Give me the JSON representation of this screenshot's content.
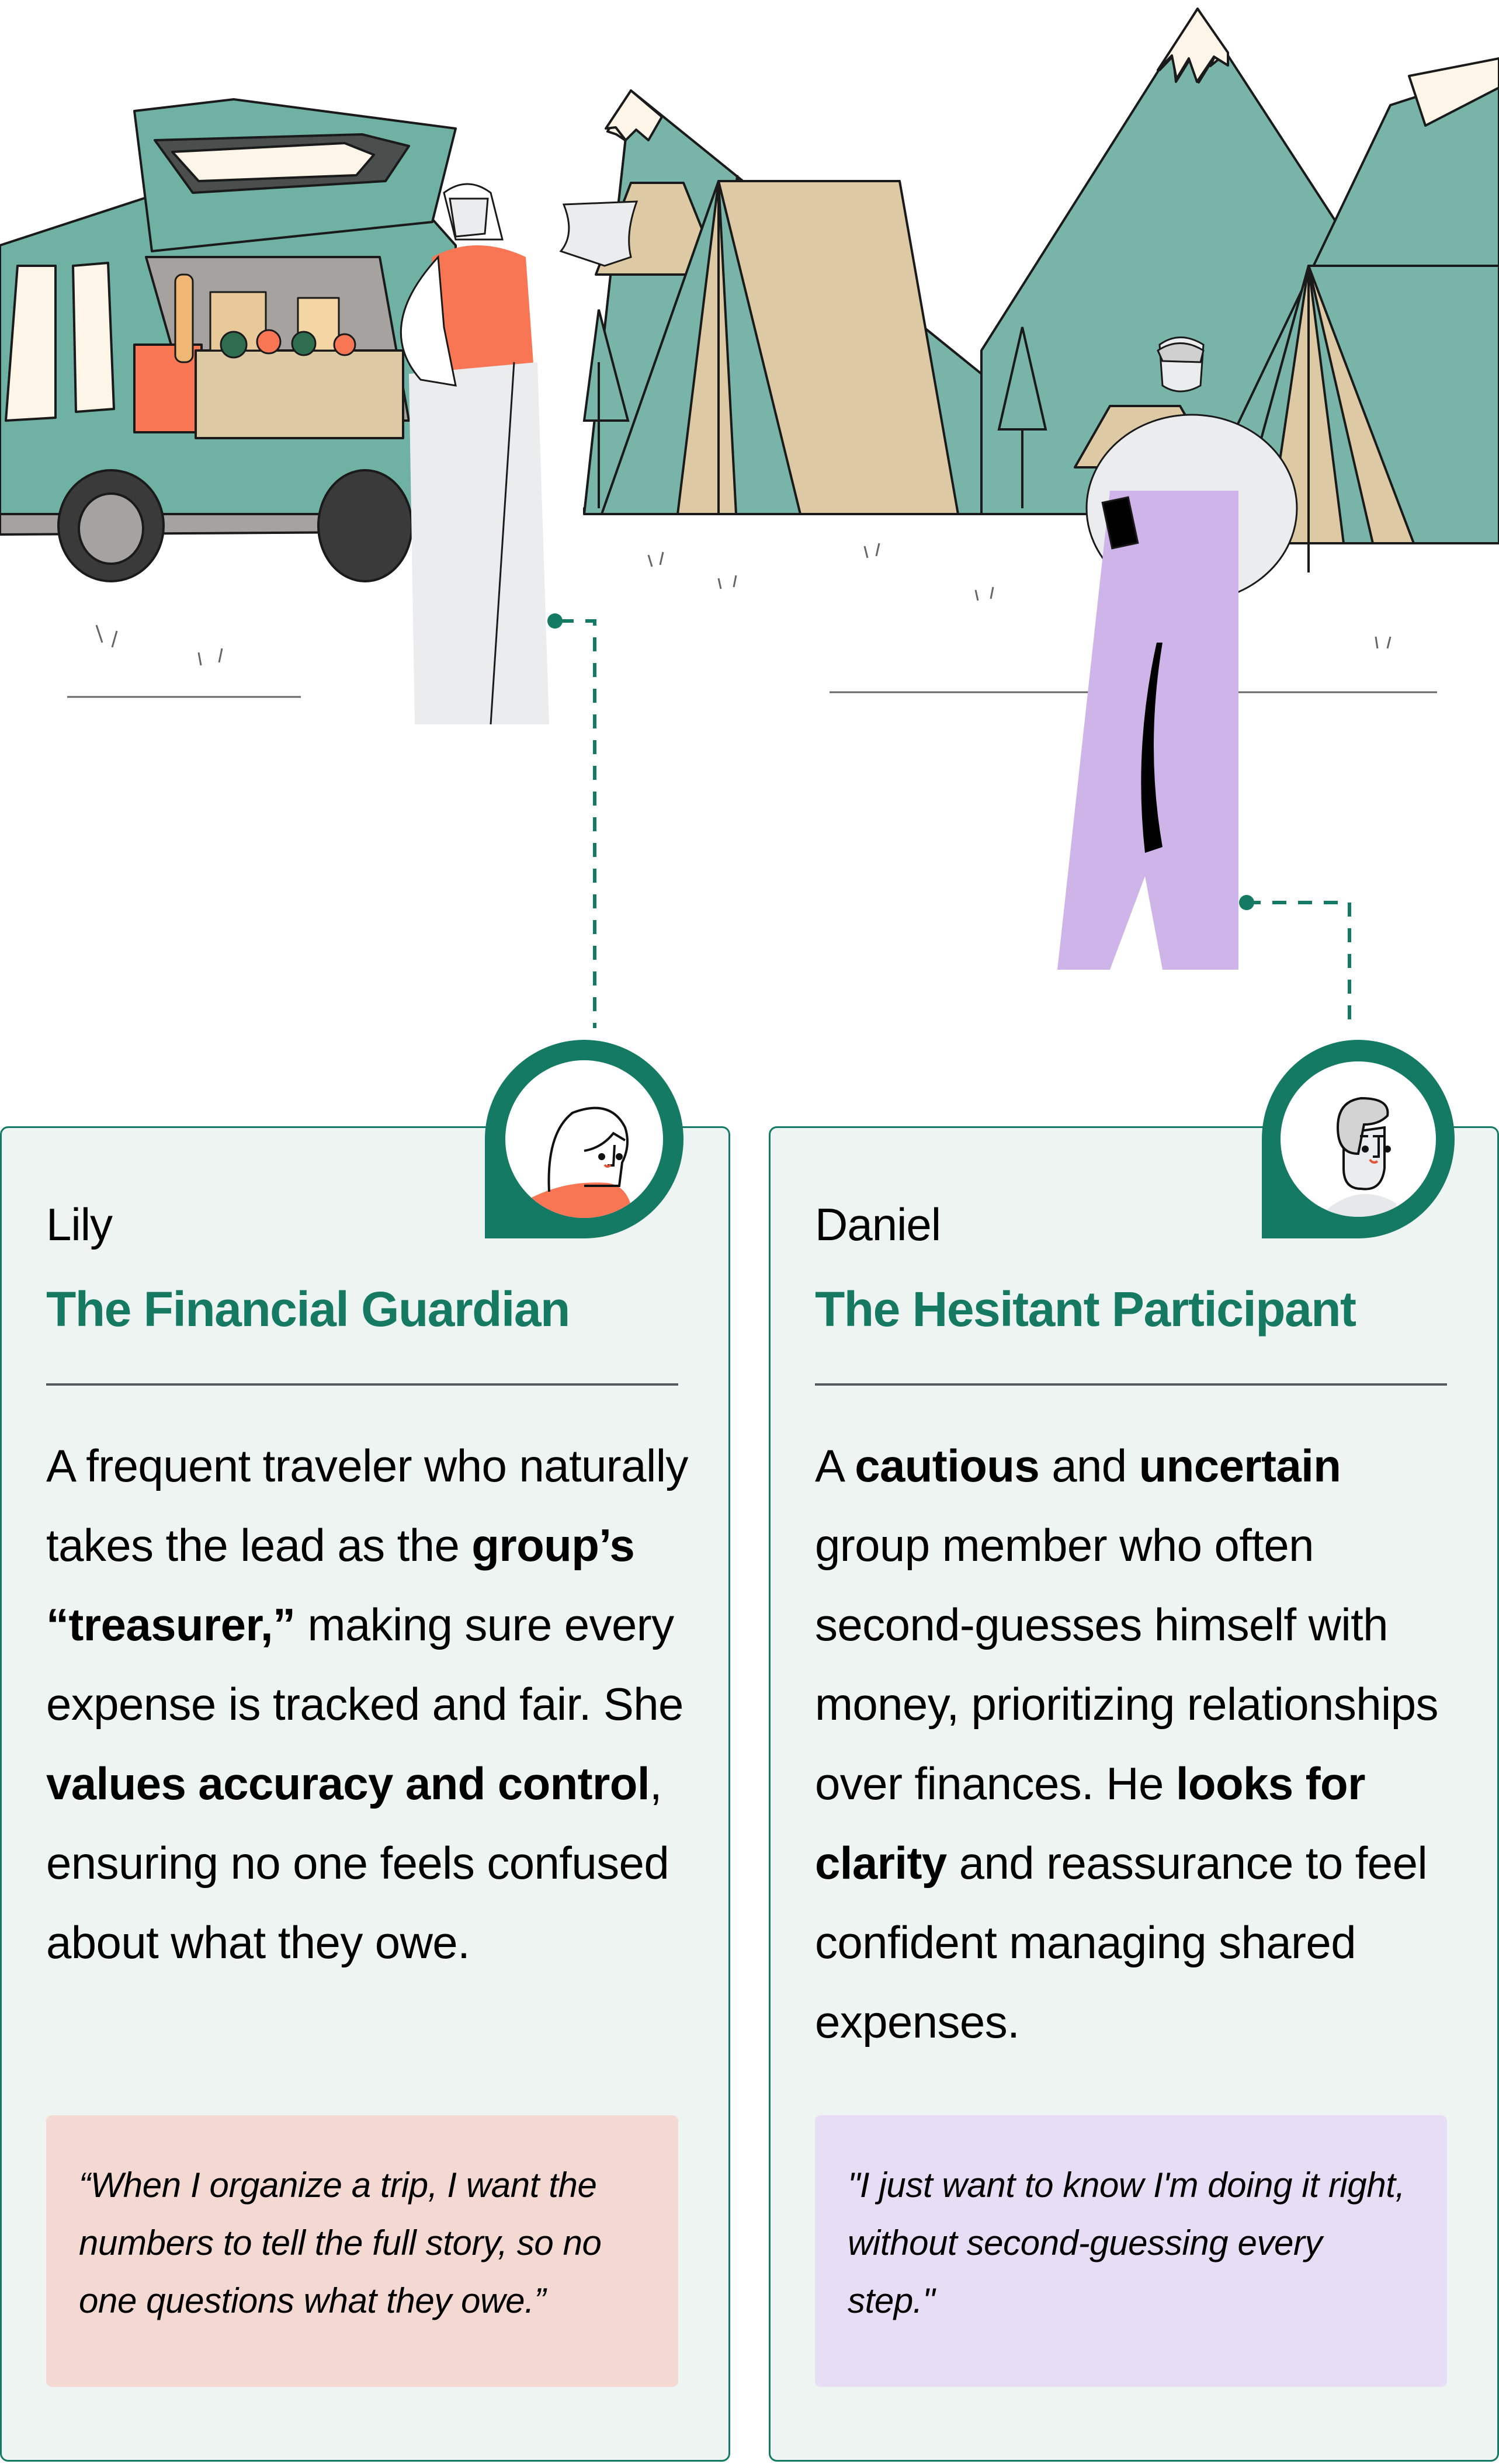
{
  "colors": {
    "brand_green": "#167a63",
    "card_bg": "#eef4f1",
    "mountain": "#78b4a7",
    "snow": "#fdf6e8",
    "tent": "#ddc9a4",
    "lily_accent": "#f97655",
    "lily_quote_bg": "#f3d9d1",
    "daniel_accent": "#ceb4e8",
    "daniel_quote_bg": "#e7ddf4"
  },
  "scene": {
    "description": "Camping scene with a teal car full of groceries, mountains, tents; Lily holding a receipt and Daniel holding a phone",
    "icons": [
      "car-icon",
      "mountain-icon",
      "tent-icon",
      "tree-icon",
      "person-lily-icon",
      "person-daniel-icon",
      "receipt-icon",
      "phone-icon"
    ]
  },
  "personas": [
    {
      "name": "Lily",
      "role": "The Financial Guardian",
      "avatar_icon": "lily-avatar-icon",
      "bio": [
        {
          "text": "A frequent traveler who naturally takes the lead as the ",
          "bold": false
        },
        {
          "text": "group’s “treasurer,”",
          "bold": true
        },
        {
          "text": " making sure every expense is tracked and fair. She ",
          "bold": false
        },
        {
          "text": "values accuracy and control",
          "bold": true
        },
        {
          "text": ", ensuring no one feels confused about what they owe.",
          "bold": false
        }
      ],
      "quote": "“When I organize a trip, I want the numbers to tell the full story, so no one questions what they owe.”"
    },
    {
      "name": "Daniel",
      "role": "The Hesitant Participant",
      "avatar_icon": "daniel-avatar-icon",
      "bio": [
        {
          "text": "A ",
          "bold": false
        },
        {
          "text": "cautious",
          "bold": true
        },
        {
          "text": " and ",
          "bold": false
        },
        {
          "text": "uncertain",
          "bold": true
        },
        {
          "text": " group member who often second-guesses himself with money, prioritizing relationships over finances. He ",
          "bold": false
        },
        {
          "text": "looks for clarity",
          "bold": true
        },
        {
          "text": " and reassurance to feel confident managing shared expenses.",
          "bold": false
        }
      ],
      "quote": "\"I just want to know I'm doing it right, without second-guessing every step.\""
    }
  ]
}
